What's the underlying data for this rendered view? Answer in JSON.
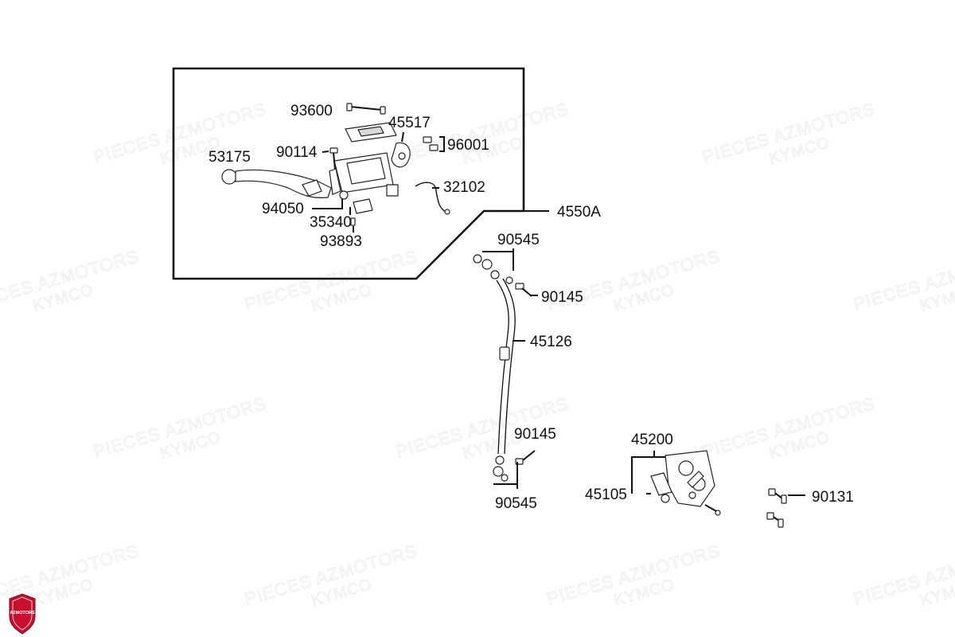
{
  "watermark": {
    "line1": "PIECES AZMOTORS",
    "line2": "KYMCO"
  },
  "logo": {
    "text": "AZMOTORS",
    "color": "#c8102e"
  },
  "labels": {
    "p93600": "93600",
    "p45517": "45517",
    "p96001": "96001",
    "p90114": "90114",
    "p53175": "53175",
    "p32102": "32102",
    "p94050": "94050",
    "p35340": "35340",
    "p93893": "93893",
    "p4550A": "4550A",
    "p90545a": "90545",
    "p90145a": "90145",
    "p45126": "45126",
    "p90145b": "90145",
    "p45200": "45200",
    "p45105": "45105",
    "p90545b": "90545",
    "p90131": "90131"
  }
}
